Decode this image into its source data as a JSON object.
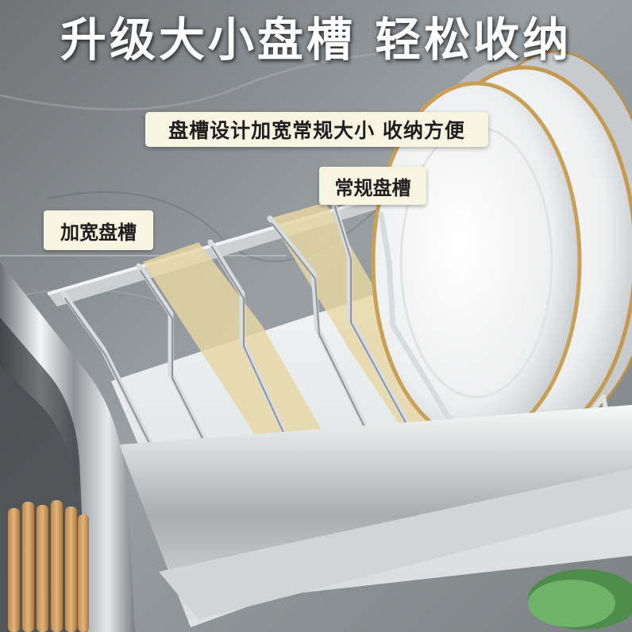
{
  "headline": "升级大小盘槽 轻松收纳",
  "subtitle": "盘槽设计加宽常规大小 收纳方便",
  "callouts": {
    "wide_slot": "加宽盘槽",
    "regular_slot": "常规盘槽"
  },
  "colors": {
    "label_background": "#f8f4e2",
    "label_text": "#1e1e1e",
    "headline_text": "#ffffff",
    "slot_highlight": "#e6d7a3"
  }
}
